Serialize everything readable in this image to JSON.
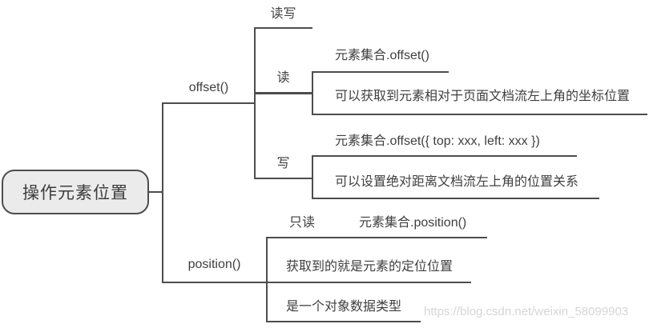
{
  "diagram": {
    "root": {
      "label": "操作元素位置"
    },
    "branches": [
      {
        "label": "offset()",
        "children": [
          {
            "label": "读写"
          },
          {
            "label": "读",
            "children": [
              {
                "label": "元素集合.offset()"
              },
              {
                "label": "可以获取到元素相对于页面文档流左上角的坐标位置"
              }
            ]
          },
          {
            "label": "写",
            "children": [
              {
                "label": "元素集合.offset({ top: xxx, left: xxx })"
              },
              {
                "label": "可以设置绝对距离文档流左上角的位置关系"
              }
            ]
          }
        ]
      },
      {
        "label": "position()",
        "children": [
          {
            "connector_label": "只读",
            "label": "元素集合.position()"
          },
          {
            "label": "获取到的就是元素的定位位置"
          },
          {
            "label": "是一个对象数据类型"
          }
        ]
      }
    ],
    "watermark": "https://blog.csdn.net/weixin_58099903",
    "colors": {
      "line": "#4d4d4d",
      "text": "#3f3f3f",
      "root_fill": "#ebebeb",
      "root_border": "#4d4d4d",
      "watermark": "#d6d6d6",
      "background": "#ffffff"
    }
  }
}
